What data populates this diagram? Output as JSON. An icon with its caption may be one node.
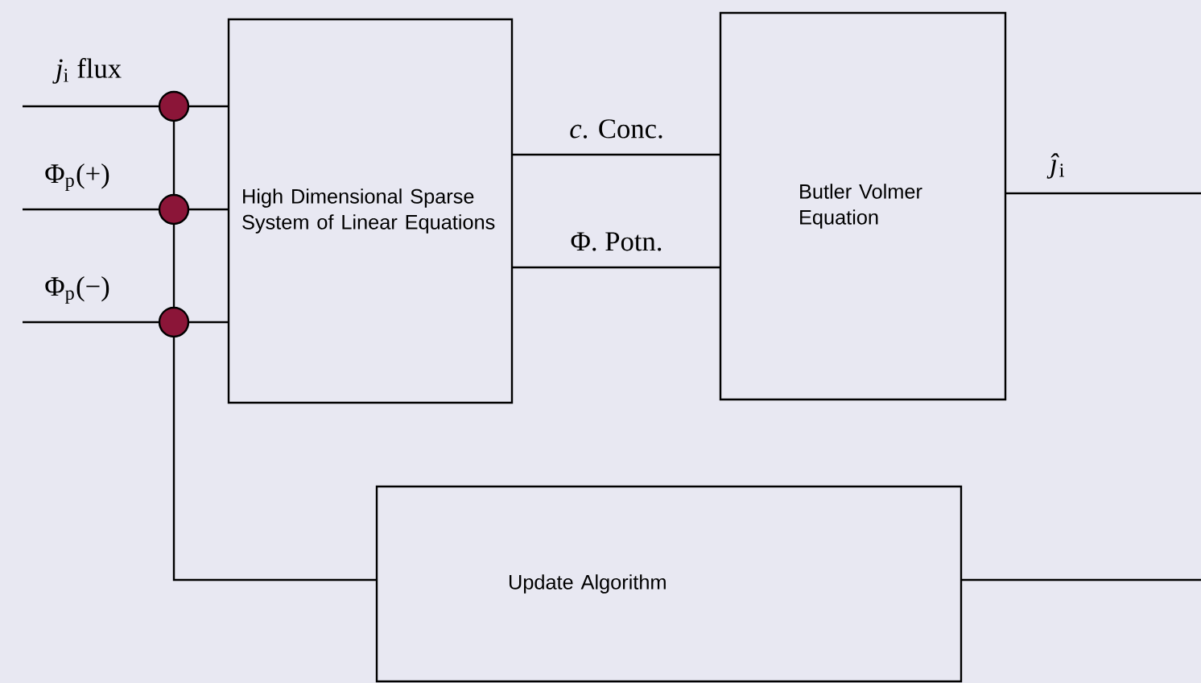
{
  "diagram": {
    "nodes": [
      {
        "text": [
          "High Dimensional Sparse System of Linear Equations"
        ]
      },
      {
        "text": [
          "Butler Volmer Equation"
        ]
      },
      {
        "text": [
          "Update Algorithm"
        ]
      },
      {
        "text": [],
        "shape": "circle"
      },
      {
        "text": [],
        "shape": "circle"
      },
      {
        "text": [],
        "shape": "circle"
      }
    ],
    "edges": [
      {
        "from": null,
        "to": 3,
        "arrow": "none",
        "label": "*j*$_{i}$ flux"
      },
      {
        "from": null,
        "to": 4,
        "arrow": "none",
        "label": "Φ$_{p}$(+)"
      },
      {
        "from": null,
        "to": 5,
        "arrow": "none",
        "label": "Φ$_{p}$(−)"
      },
      {
        "from": 3,
        "to": 0,
        "arrow": "none"
      },
      {
        "from": 4,
        "to": 0,
        "arrow": "none"
      },
      {
        "from": 5,
        "to": 0,
        "arrow": "none"
      },
      {
        "from": 3,
        "to": 4,
        "arrow": "none"
      },
      {
        "from": 4,
        "to": 5,
        "arrow": "none"
      },
      {
        "from": 5,
        "to": 2,
        "arrow": "none"
      },
      {
        "from": 0,
        "to": 1,
        "arrow": "none",
        "label": "*c*. Conc."
      },
      {
        "from": 0,
        "to": 1,
        "arrow": "none",
        "label": "Φ. Potn."
      },
      {
        "from": 1,
        "to": null,
        "arrow": "none",
        "label": "*ĵ*$_{i}$"
      },
      {
        "from": 2,
        "to": null,
        "arrow": "none"
      }
    ]
  }
}
